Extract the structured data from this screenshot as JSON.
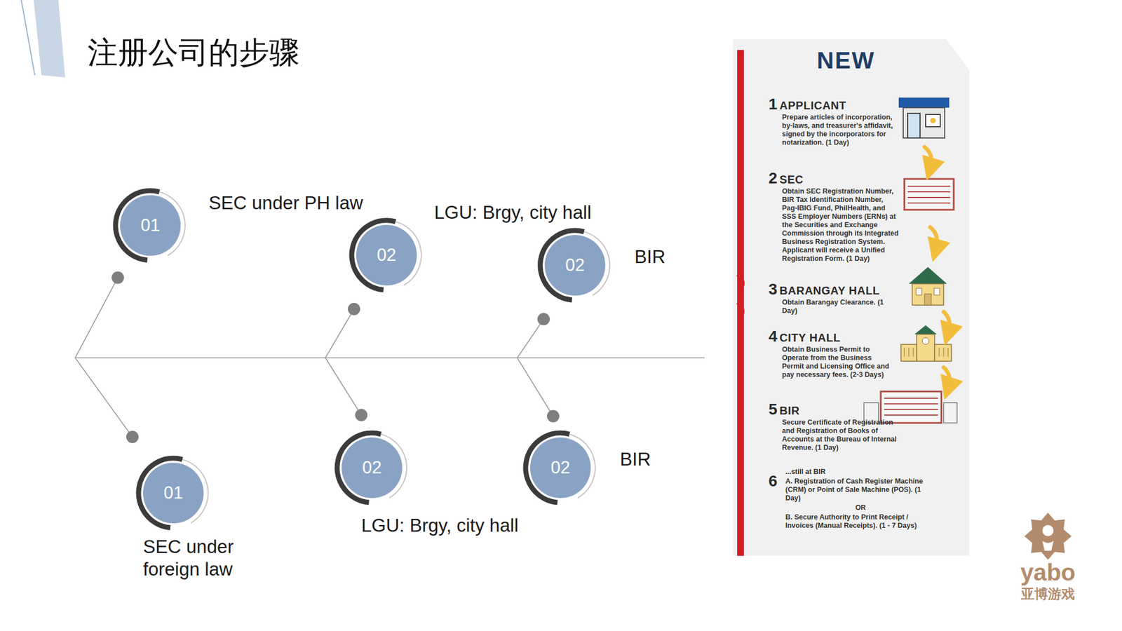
{
  "diagram": {
    "title": "注册公司的步骤",
    "nodes": [
      {
        "text": [
          "01",
          "SEC under PH law"
        ]
      },
      {
        "text": [
          "02",
          "LGU: Brgy, city hall"
        ]
      },
      {
        "text": [
          "02",
          "BIR"
        ]
      },
      {
        "text": [
          "01",
          "SEC under foreign law"
        ]
      },
      {
        "text": [
          "02",
          "LGU: Brgy, city hall"
        ]
      },
      {
        "text": [
          "02",
          "BIR"
        ]
      }
    ],
    "labels": [
      "NEW",
      "1",
      "APPLICANT",
      "Prepare articles of incorporation, by-laws, and treasurer's affidavit, signed by the incorporators for notarization. (1 Day)",
      "2",
      "SEC",
      "Obtain SEC Registration Number, BIR Tax Identification Number, Pag-IBIG Fund, PhilHealth, and SSS Employer Numbers (ERNs) at the Securities and Exchange Commission through its Integrated Business Registration System. Applicant will receive a Unified Registration Form. (1 Day)",
      "3",
      "BARANGAY HALL",
      "Obtain Barangay Clearance. (1 Day)",
      "4",
      "CITY HALL",
      "Obtain Business Permit to Operate from the Business Permit and Licensing Office and pay necessary fees. (2-3 Days)",
      "5",
      "BIR",
      "Secure Certificate of Registration and Registration of Books of Accounts at the Bureau of Internal Revenue. (1 Day)",
      "6",
      "...still at BIR",
      "A. Registration of Cash Register Machine (CRM) or Point of Sale Machine (POS). (1 Day)",
      "OR",
      "B. Secure Authority to Print Receipt / Invoices (Manual Receipts). (1 - 7 Days)",
      "yabo",
      "亚博游戏"
    ]
  }
}
